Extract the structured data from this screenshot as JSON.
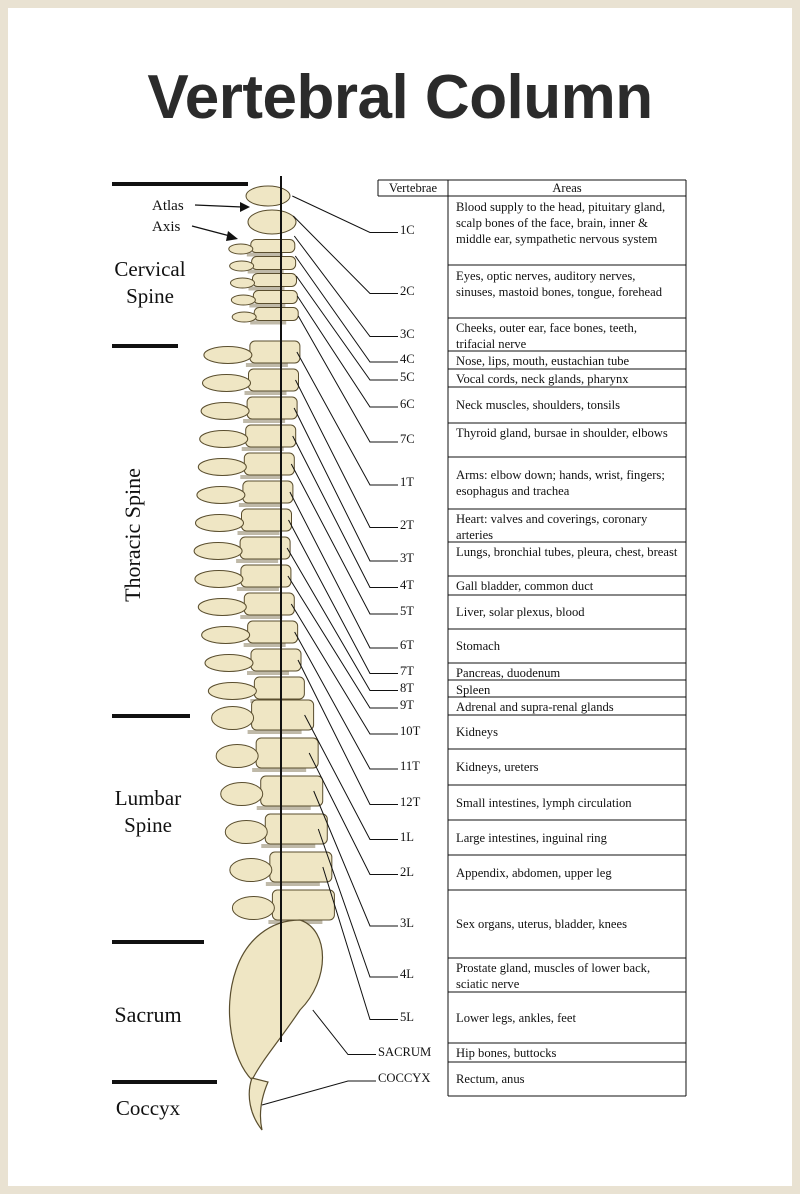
{
  "title": "Vertebral Column",
  "annotations": {
    "atlas": "Atlas",
    "axis": "Axis"
  },
  "regions": {
    "cervical": [
      "Cervical",
      "Spine"
    ],
    "thoracic": "Thoracic Spine",
    "lumbar": [
      "Lumbar",
      "Spine"
    ],
    "sacrum": "Sacrum",
    "coccyx": "Coccyx"
  },
  "table": {
    "headers": {
      "vertebrae": "Vertebrae",
      "areas": "Areas"
    },
    "rows": [
      {
        "v": "1C",
        "area": "Blood supply to the head, pituitary gland, scalp bones of the face, brain, inner & middle ear, sympathetic nervous system"
      },
      {
        "v": "2C",
        "area": "Eyes, optic nerves, auditory nerves, sinuses, mastoid bones, tongue, forehead"
      },
      {
        "v": "3C",
        "area": "Cheeks, outer ear, face bones, teeth, trifacial nerve"
      },
      {
        "v": "4C",
        "area": "Nose, lips, mouth, eustachian tube"
      },
      {
        "v": "5C",
        "area": "Vocal cords, neck glands, pharynx"
      },
      {
        "v": "6C",
        "area": "Neck muscles, shoulders, tonsils"
      },
      {
        "v": "7C",
        "area": "Thyroid gland, bursae in shoulder, elbows"
      },
      {
        "v": "1T",
        "area": "Arms: elbow down; hands, wrist, fingers; esophagus and trachea"
      },
      {
        "v": "2T",
        "area": "Heart: valves and coverings, coronary arteries"
      },
      {
        "v": "3T",
        "area": "Lungs, bronchial tubes, pleura, chest, breast"
      },
      {
        "v": "4T",
        "area": "Gall bladder, common duct"
      },
      {
        "v": "5T",
        "area": "Liver, solar plexus, blood"
      },
      {
        "v": "6T",
        "area": "Stomach"
      },
      {
        "v": "7T",
        "area": "Pancreas, duodenum"
      },
      {
        "v": "8T",
        "area": "Spleen"
      },
      {
        "v": "9T",
        "area": "Adrenal and supra-renal glands"
      },
      {
        "v": "10T",
        "area": "Kidneys"
      },
      {
        "v": "11T",
        "area": "Kidneys, ureters"
      },
      {
        "v": "12T",
        "area": "Small intestines, lymph circulation"
      },
      {
        "v": "1L",
        "area": "Large intestines, inguinal ring"
      },
      {
        "v": "2L",
        "area": "Appendix, abdomen, upper leg"
      },
      {
        "v": "3L",
        "area": "Sex organs, uterus, bladder, knees"
      },
      {
        "v": "4L",
        "area": "Prostate gland, muscles of lower back, sciatic nerve"
      },
      {
        "v": "5L",
        "area": "Lower legs, ankles, feet"
      },
      {
        "v": "SACRUM",
        "area": "Hip bones, buttocks"
      },
      {
        "v": "COCCYX",
        "area": "Rectum, anus"
      }
    ]
  },
  "colors": {
    "bone": "#efe6c4",
    "bone_stroke": "#5a4e2e",
    "disc": "#bfb9a8",
    "line": "#111111"
  }
}
